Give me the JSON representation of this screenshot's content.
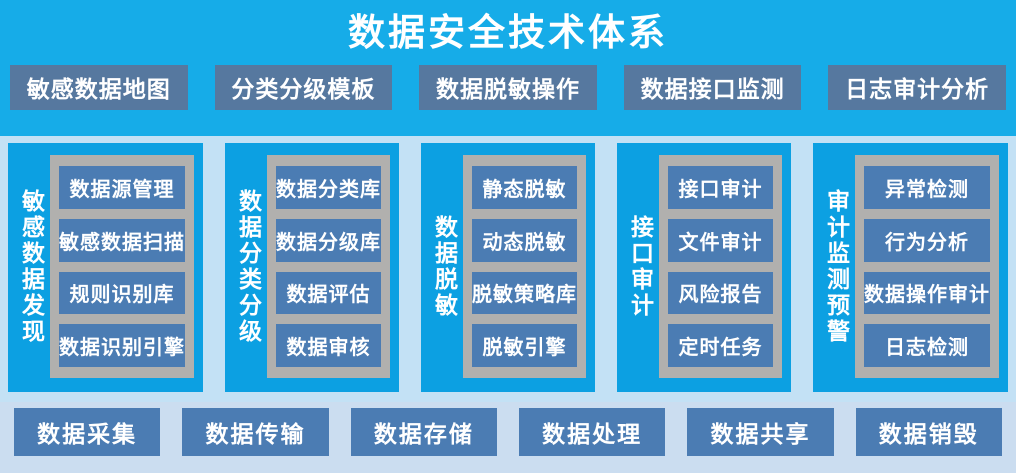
{
  "title": "数据安全技术体系",
  "headers": [
    "敏感数据地图",
    "分类分级模板",
    "数据脱敏操作",
    "数据接口监测",
    "日志审计分析"
  ],
  "columns": [
    {
      "label": "敏感数据发现",
      "items": [
        "数据源管理",
        "敏感数据扫描",
        "规则识别库",
        "数据识别引擎"
      ]
    },
    {
      "label": "数据分类分级",
      "items": [
        "数据分类库",
        "数据分级库",
        "数据评估",
        "数据审核"
      ]
    },
    {
      "label": "数据脱敏",
      "items": [
        "静态脱敏",
        "动态脱敏",
        "脱敏策略库",
        "脱敏引擎"
      ]
    },
    {
      "label": "接口审计",
      "items": [
        "接口审计",
        "文件审计",
        "风险报告",
        "定时任务"
      ]
    },
    {
      "label": "审计监测预警",
      "items": [
        "异常检测",
        "行为分析",
        "数据操作审计",
        "日志检测"
      ]
    }
  ],
  "bottom_row": [
    "数据采集",
    "数据传输",
    "数据存储",
    "数据处理",
    "数据共享",
    "数据销毁"
  ],
  "colors": {
    "cyan_band": "#16ACE8",
    "panel_blue": "#0CA0E2",
    "header_box_blue": "#56789F",
    "item_box_blue": "#4B7CB3",
    "tray_gray": "#B1B0AE",
    "mid_gap_light_blue": "#C3E1F5",
    "bottom_light_blue": "#CBDDF0",
    "text": "#FFFFFF"
  }
}
